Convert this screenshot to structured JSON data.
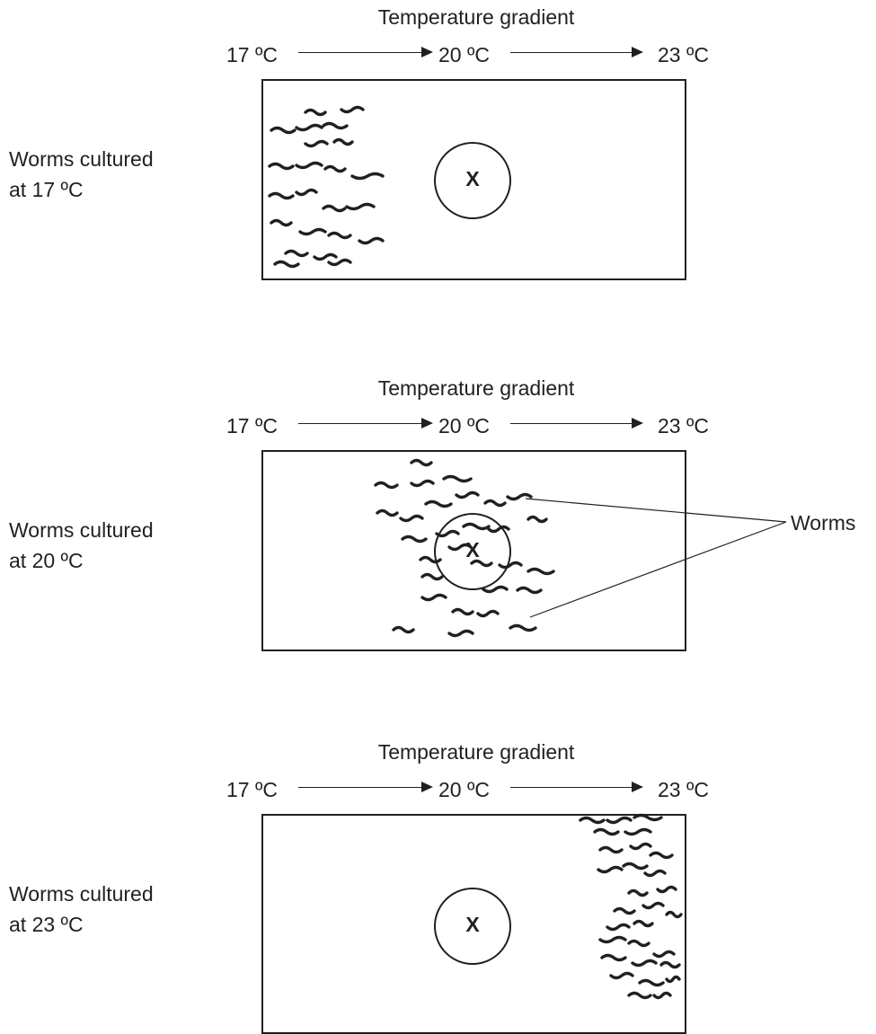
{
  "panels": [
    {
      "gradient_title": "Temperature gradient",
      "temps": [
        "17 ºC",
        "20 ºC",
        "23 ºC"
      ],
      "culture_line1": "Worms cultured",
      "culture_line2": "at 17 ºC",
      "marker": "X",
      "worm_cluster": "left"
    },
    {
      "gradient_title": "Temperature gradient",
      "temps": [
        "17 ºC",
        "20 ºC",
        "23 ºC"
      ],
      "culture_line1": "Worms cultured",
      "culture_line2": "at 20 ºC",
      "marker": "X",
      "worm_cluster": "center",
      "callout": "Worms"
    },
    {
      "gradient_title": "Temperature gradient",
      "temps": [
        "17 ºC",
        "20 ºC",
        "23 ºC"
      ],
      "culture_line1": "Worms cultured",
      "culture_line2": "at 23 ºC",
      "marker": "X",
      "worm_cluster": "right"
    }
  ]
}
